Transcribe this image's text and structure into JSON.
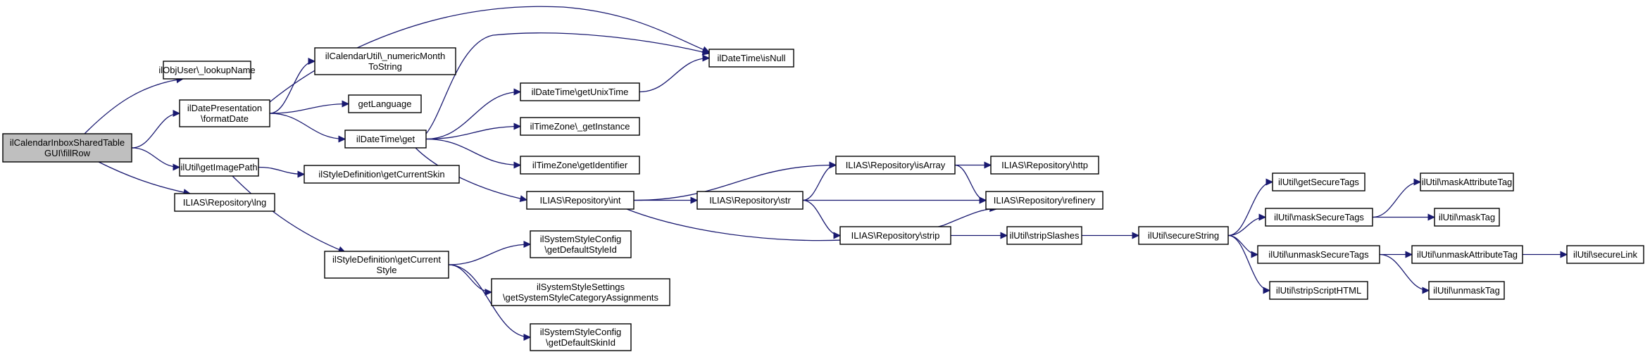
{
  "nodes": [
    {
      "id": "fillRow",
      "lines": [
        "ilCalendarInboxSharedTable",
        "GUI\\fillRow"
      ],
      "root": true
    },
    {
      "id": "lookupName",
      "lines": [
        "ilObjUser\\_lookupName"
      ]
    },
    {
      "id": "formatDate",
      "lines": [
        "ilDatePresentation",
        "\\formatDate"
      ]
    },
    {
      "id": "getImagePath",
      "lines": [
        "ilUtil\\getImagePath"
      ]
    },
    {
      "id": "lng",
      "lines": [
        "ILIAS\\Repository\\lng"
      ]
    },
    {
      "id": "numericMonth",
      "lines": [
        "ilCalendarUtil\\_numericMonth",
        "ToString"
      ]
    },
    {
      "id": "getLanguage",
      "lines": [
        "getLanguage"
      ]
    },
    {
      "id": "dtGet",
      "lines": [
        "ilDateTime\\get"
      ]
    },
    {
      "id": "getCurrentSkin",
      "lines": [
        "ilStyleDefinition\\getCurrentSkin"
      ]
    },
    {
      "id": "getCurrentStyle",
      "lines": [
        "ilStyleDefinition\\getCurrent",
        "Style"
      ]
    },
    {
      "id": "isNull",
      "lines": [
        "ilDateTime\\isNull"
      ]
    },
    {
      "id": "getUnixTime",
      "lines": [
        "ilDateTime\\getUnixTime"
      ]
    },
    {
      "id": "tzGetInstance",
      "lines": [
        "ilTimeZone\\_getInstance"
      ]
    },
    {
      "id": "tzGetIdentifier",
      "lines": [
        "ilTimeZone\\getIdentifier"
      ]
    },
    {
      "id": "repoInt",
      "lines": [
        "ILIAS\\Repository\\int"
      ]
    },
    {
      "id": "defaultStyleId",
      "lines": [
        "ilSystemStyleConfig",
        "\\getDefaultStyleId"
      ]
    },
    {
      "id": "categoryAssignments",
      "lines": [
        "ilSystemStyleSettings",
        "\\getSystemStyleCategoryAssignments"
      ]
    },
    {
      "id": "defaultSkinId",
      "lines": [
        "ilSystemStyleConfig",
        "\\getDefaultSkinId"
      ]
    },
    {
      "id": "repoStr",
      "lines": [
        "ILIAS\\Repository\\str"
      ]
    },
    {
      "id": "repoIsArray",
      "lines": [
        "ILIAS\\Repository\\isArray"
      ]
    },
    {
      "id": "repoStrip",
      "lines": [
        "ILIAS\\Repository\\strip"
      ]
    },
    {
      "id": "repoHttp",
      "lines": [
        "ILIAS\\Repository\\http"
      ]
    },
    {
      "id": "repoRefinery",
      "lines": [
        "ILIAS\\Repository\\refinery"
      ]
    },
    {
      "id": "stripSlashes",
      "lines": [
        "ilUtil\\stripSlashes"
      ]
    },
    {
      "id": "secureString",
      "lines": [
        "ilUtil\\secureString"
      ]
    },
    {
      "id": "getSecureTags",
      "lines": [
        "ilUtil\\getSecureTags"
      ]
    },
    {
      "id": "maskSecureTags",
      "lines": [
        "ilUtil\\maskSecureTags"
      ]
    },
    {
      "id": "unmaskSecureTags",
      "lines": [
        "ilUtil\\unmaskSecureTags"
      ]
    },
    {
      "id": "stripScriptHTML",
      "lines": [
        "ilUtil\\stripScriptHTML"
      ]
    },
    {
      "id": "maskAttributeTag",
      "lines": [
        "ilUtil\\maskAttributeTag"
      ]
    },
    {
      "id": "maskTag",
      "lines": [
        "ilUtil\\maskTag"
      ]
    },
    {
      "id": "unmaskAttributeTag",
      "lines": [
        "ilUtil\\unmaskAttributeTag"
      ]
    },
    {
      "id": "unmaskTag",
      "lines": [
        "ilUtil\\unmaskTag"
      ]
    },
    {
      "id": "secureLink",
      "lines": [
        "ilUtil\\secureLink"
      ]
    }
  ],
  "edges": [
    [
      "fillRow",
      "lookupName"
    ],
    [
      "fillRow",
      "formatDate"
    ],
    [
      "fillRow",
      "getImagePath"
    ],
    [
      "fillRow",
      "lng"
    ],
    [
      "formatDate",
      "isNull"
    ],
    [
      "formatDate",
      "numericMonth"
    ],
    [
      "formatDate",
      "getLanguage"
    ],
    [
      "formatDate",
      "dtGet"
    ],
    [
      "getImagePath",
      "getCurrentSkin"
    ],
    [
      "getImagePath",
      "getCurrentStyle"
    ],
    [
      "dtGet",
      "isNull"
    ],
    [
      "dtGet",
      "getUnixTime"
    ],
    [
      "dtGet",
      "tzGetInstance"
    ],
    [
      "dtGet",
      "tzGetIdentifier"
    ],
    [
      "dtGet",
      "repoInt"
    ],
    [
      "getUnixTime",
      "isNull"
    ],
    [
      "getCurrentStyle",
      "defaultStyleId"
    ],
    [
      "getCurrentStyle",
      "categoryAssignments"
    ],
    [
      "getCurrentStyle",
      "defaultSkinId"
    ],
    [
      "repoInt",
      "repoIsArray"
    ],
    [
      "repoInt",
      "repoStr"
    ],
    [
      "repoInt",
      "repoRefinery"
    ],
    [
      "repoStr",
      "repoIsArray"
    ],
    [
      "repoStr",
      "repoRefinery"
    ],
    [
      "repoStr",
      "repoStrip"
    ],
    [
      "repoIsArray",
      "repoHttp"
    ],
    [
      "repoIsArray",
      "repoRefinery"
    ],
    [
      "repoStrip",
      "stripSlashes"
    ],
    [
      "stripSlashes",
      "secureString"
    ],
    [
      "secureString",
      "getSecureTags"
    ],
    [
      "secureString",
      "maskSecureTags"
    ],
    [
      "secureString",
      "unmaskSecureTags"
    ],
    [
      "secureString",
      "stripScriptHTML"
    ],
    [
      "maskSecureTags",
      "maskAttributeTag"
    ],
    [
      "maskSecureTags",
      "maskTag"
    ],
    [
      "unmaskSecureTags",
      "unmaskAttributeTag"
    ],
    [
      "unmaskSecureTags",
      "unmaskTag"
    ],
    [
      "unmaskAttributeTag",
      "secureLink"
    ]
  ]
}
